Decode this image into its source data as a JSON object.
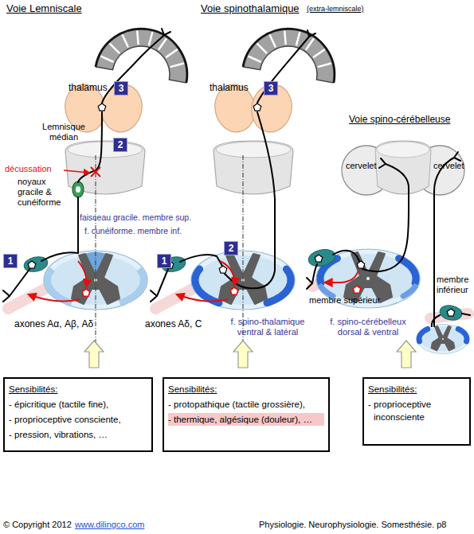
{
  "diagram": {
    "nodes": [
      {
        "text": [
          "Sensibilités:",
          "- épicritique (tactile fine),",
          "- proprioceptive consciente,",
          "- pression, vibrations, …"
        ]
      },
      {
        "text": [
          "Sensibilités:",
          "- protopathique (tactile grossière),",
          "- thermique, algésique (douleur), …"
        ]
      },
      {
        "text": [
          "Sensibilités:",
          "- proprioceptive inconsciente"
        ]
      }
    ],
    "labels": [
      "Voie Lemniscale",
      "Voie spinothalamique",
      "(extra-lemniscale)",
      "thalamus",
      "3",
      "thalamus",
      "3",
      "Voie spino-cérébelleuse",
      "Lemnisque médian",
      "2",
      "décussation",
      "noyaux gracile & cunéiforme",
      "cervelet",
      "cervelet",
      "faisceau gracile. membre sup.",
      "f. cunéiforme. membre inf.",
      "1",
      "1",
      "2",
      "membre supérieur",
      "membre inférieur",
      "axones Aα, Aβ, Aδ",
      "axones Aδ, C",
      "f. spino-thalamique ventral & latéral",
      "f. spino-cérébelleux dorsal & ventral",
      "© Copyright 2012",
      "www.dilingco.com",
      "Physiologie. Neurophysiologie. Somesthésie. p8"
    ]
  }
}
